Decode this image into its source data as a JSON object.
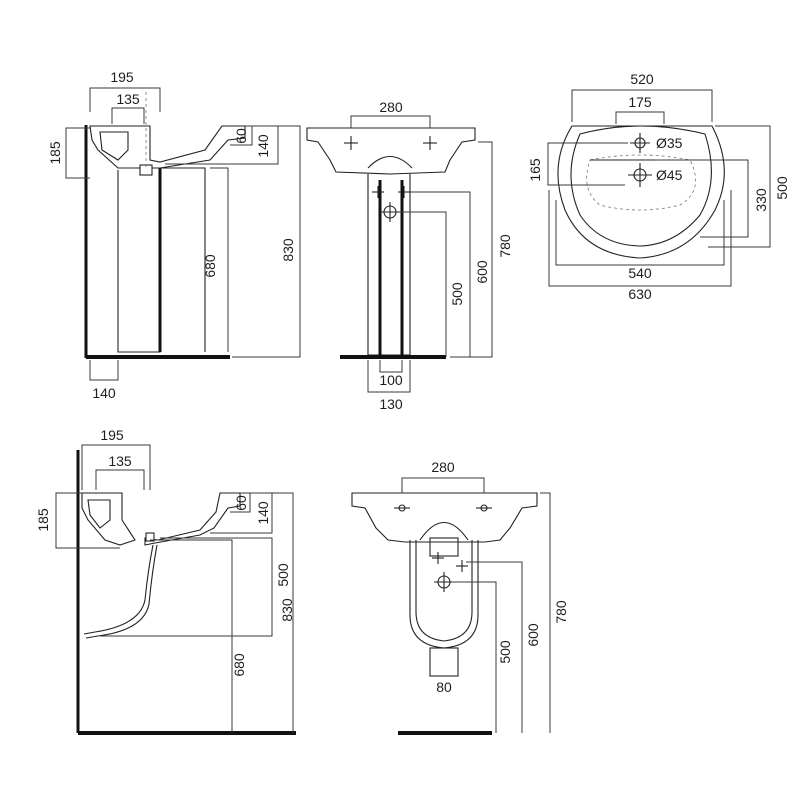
{
  "views": {
    "pedestal_side": {
      "d_195": "195",
      "d_135": "135",
      "d_185": "185",
      "d_60": "60",
      "d_140_top": "140",
      "d_680": "680",
      "d_830": "830",
      "d_140_bottom": "140"
    },
    "pedestal_front": {
      "d_280": "280",
      "d_780": "780",
      "d_600": "600",
      "d_500": "500",
      "d_100": "100",
      "d_130": "130"
    },
    "top_view": {
      "d_520": "520",
      "d_175": "175",
      "d_165": "165",
      "hole_35": "Ø35",
      "hole_45": "Ø45",
      "d_330": "330",
      "d_500": "500",
      "d_540": "540",
      "d_630": "630"
    },
    "semi_pedestal_side": {
      "d_195": "195",
      "d_135": "135",
      "d_185": "185",
      "d_60": "60",
      "d_140": "140",
      "d_500": "500",
      "d_830": "830",
      "d_680": "680"
    },
    "semi_pedestal_front": {
      "d_280": "280",
      "d_780": "780",
      "d_600": "600",
      "d_500": "500",
      "d_80": "80"
    }
  }
}
